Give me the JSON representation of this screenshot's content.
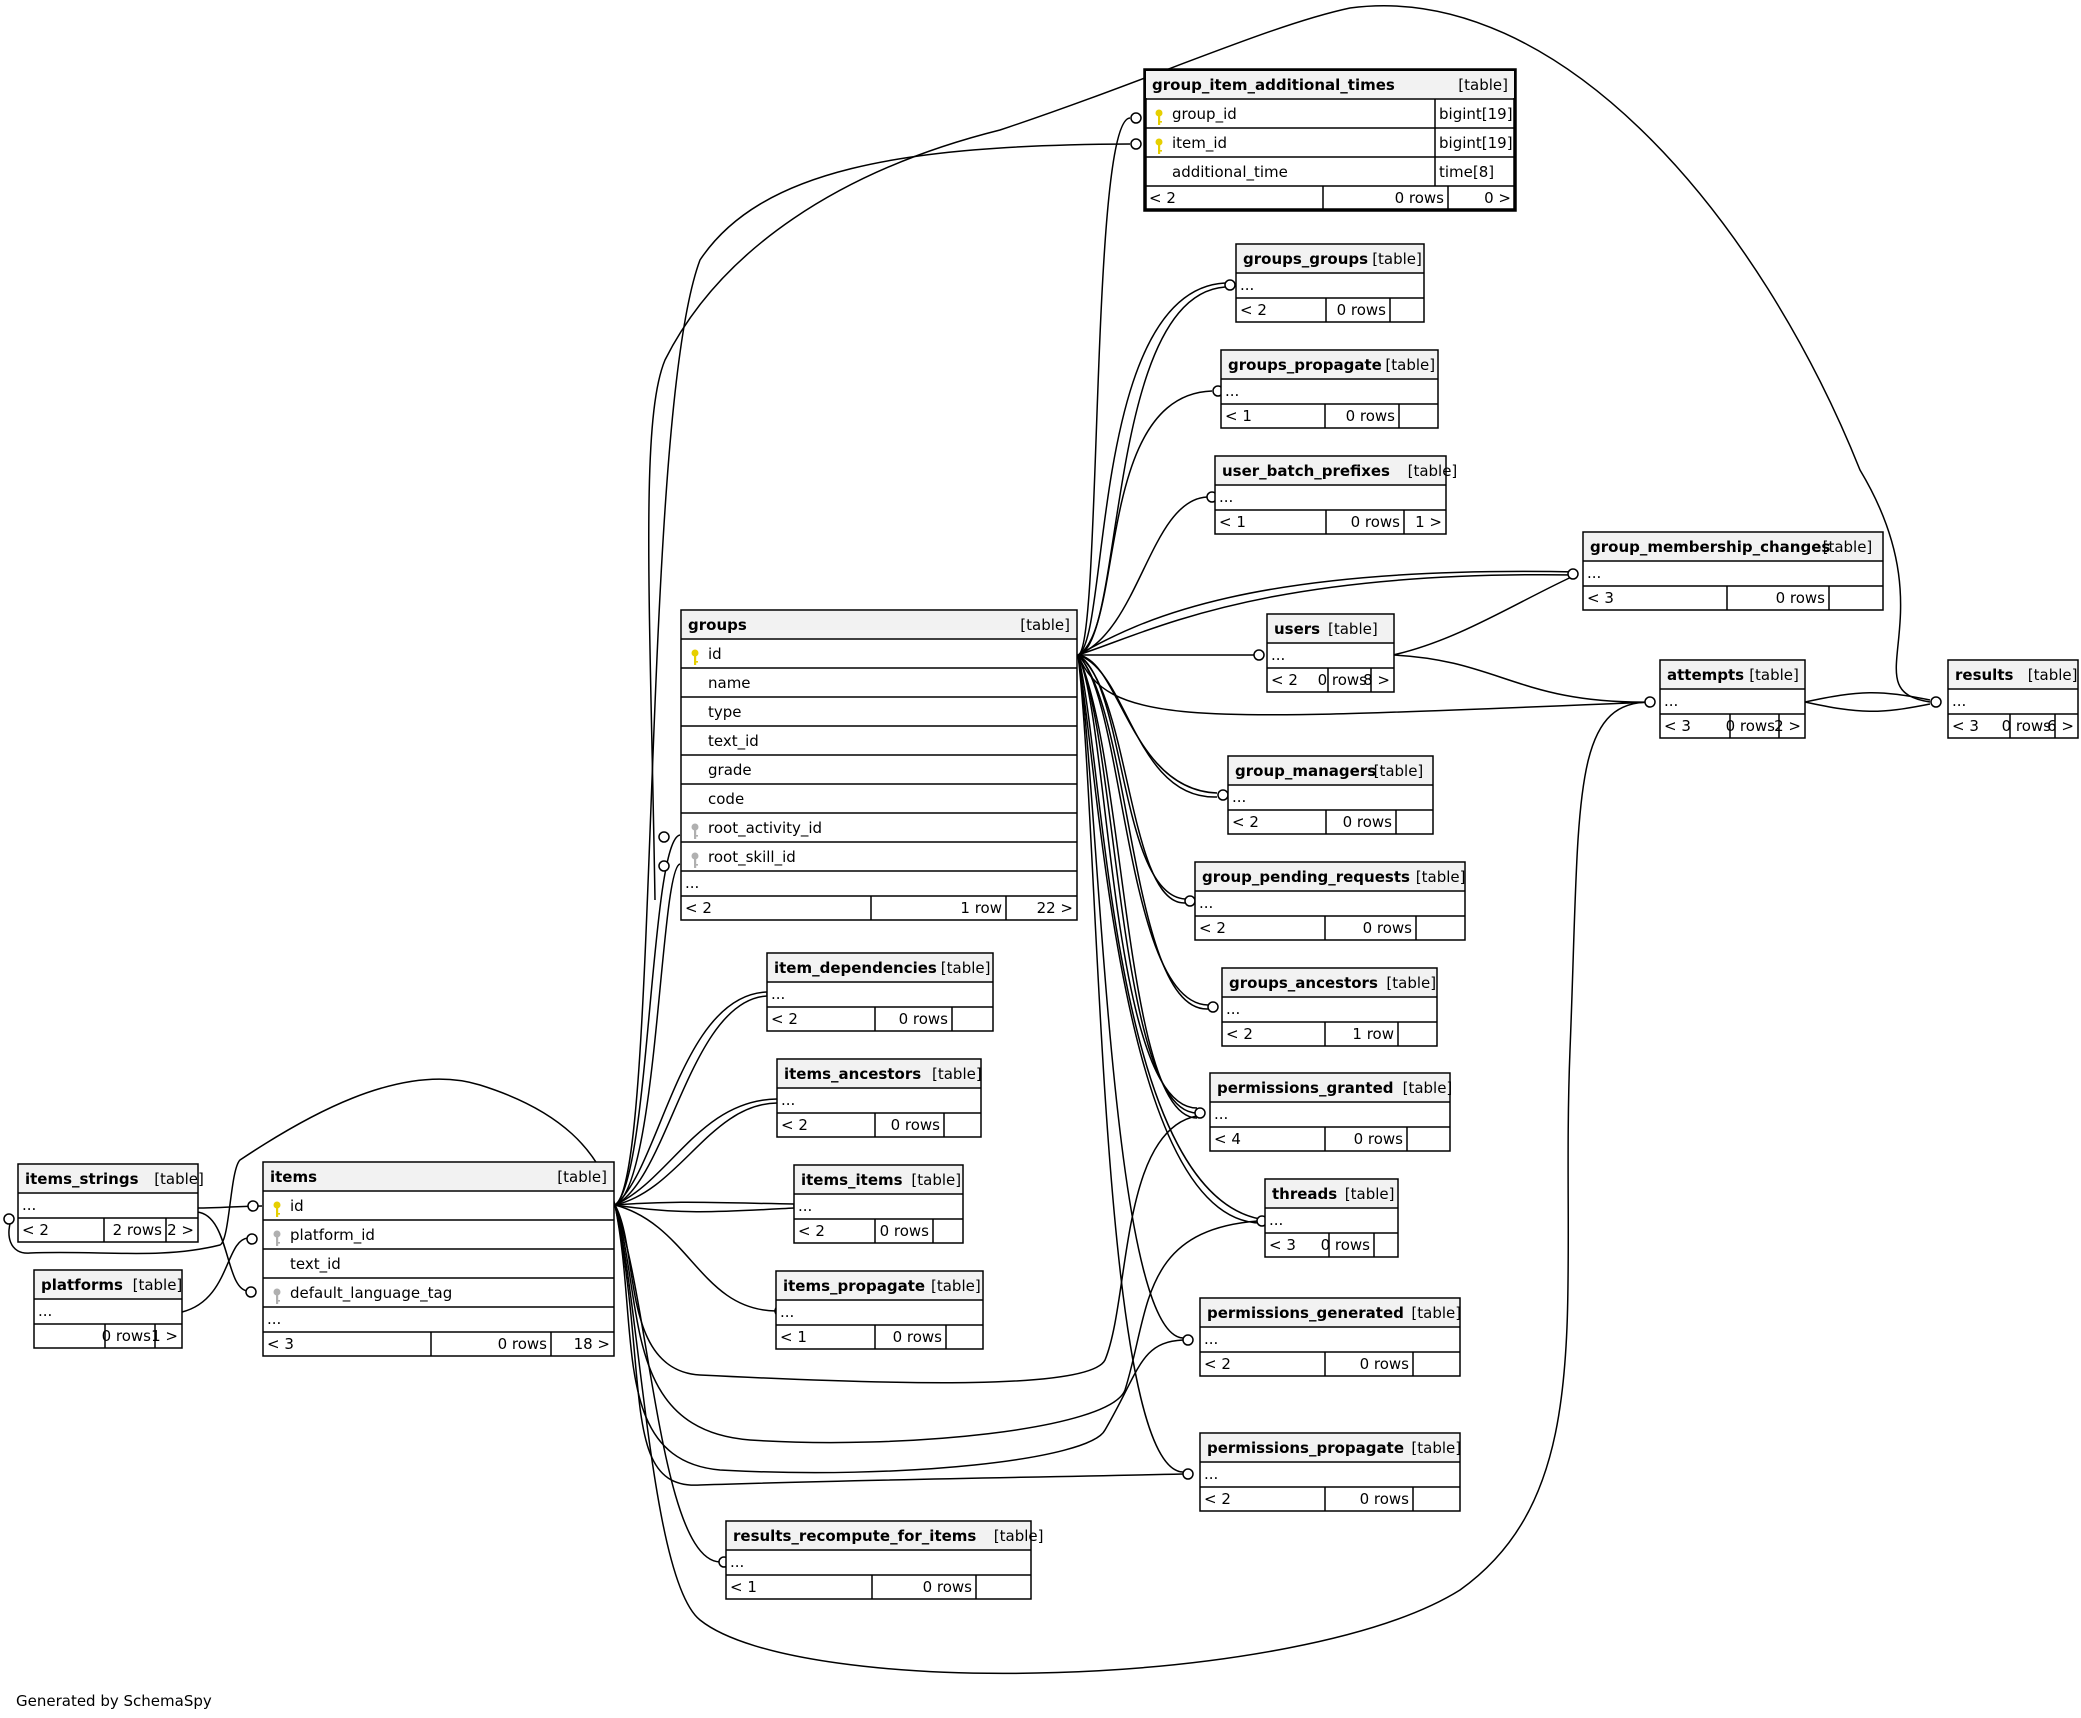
{
  "footer": "Generated by SchemaSpy",
  "tables": [
    {
      "key": "group_item_additional_times",
      "name": "group_item_additional_times",
      "type_label": "[table]",
      "emphasized": true,
      "columns": [
        {
          "name": "group_id",
          "type": "bigint[19]",
          "key": "pk"
        },
        {
          "name": "item_id",
          "type": "bigint[19]",
          "key": "pk"
        },
        {
          "name": "additional_time",
          "type": "time[8]",
          "key": ""
        }
      ],
      "has_ellipsis": false,
      "footer": [
        "< 2",
        "0 rows",
        "0 >"
      ]
    },
    {
      "key": "groups_groups",
      "name": "groups_groups",
      "type_label": "[table]",
      "columns": [],
      "has_ellipsis": true,
      "footer": [
        "< 2",
        "0 rows",
        ""
      ]
    },
    {
      "key": "groups_propagate",
      "name": "groups_propagate",
      "type_label": "[table]",
      "columns": [],
      "has_ellipsis": true,
      "footer": [
        "< 1",
        "0 rows",
        ""
      ]
    },
    {
      "key": "user_batch_prefixes",
      "name": "user_batch_prefixes",
      "type_label": "[table]",
      "columns": [],
      "has_ellipsis": true,
      "footer": [
        "< 1",
        "0 rows",
        "1 >"
      ]
    },
    {
      "key": "group_membership_changes",
      "name": "group_membership_changes",
      "type_label": "[table]",
      "columns": [],
      "has_ellipsis": true,
      "footer": [
        "< 3",
        "0 rows",
        ""
      ]
    },
    {
      "key": "groups",
      "name": "groups",
      "type_label": "[table]",
      "columns": [
        {
          "name": "id",
          "type": "",
          "key": "pk"
        },
        {
          "name": "name",
          "type": "",
          "key": ""
        },
        {
          "name": "type",
          "type": "",
          "key": ""
        },
        {
          "name": "text_id",
          "type": "",
          "key": ""
        },
        {
          "name": "grade",
          "type": "",
          "key": ""
        },
        {
          "name": "code",
          "type": "",
          "key": ""
        },
        {
          "name": "root_activity_id",
          "type": "",
          "key": "fk"
        },
        {
          "name": "root_skill_id",
          "type": "",
          "key": "fk"
        }
      ],
      "has_ellipsis": true,
      "footer": [
        "< 2",
        "1 row",
        "22 >"
      ]
    },
    {
      "key": "users",
      "name": "users",
      "type_label": "[table]",
      "columns": [],
      "has_ellipsis": true,
      "footer": [
        "< 2",
        "0 rows",
        "8 >"
      ]
    },
    {
      "key": "attempts",
      "name": "attempts",
      "type_label": "[table]",
      "columns": [],
      "has_ellipsis": true,
      "footer": [
        "< 3",
        "0 rows",
        "2 >"
      ]
    },
    {
      "key": "results",
      "name": "results",
      "type_label": "[table]",
      "columns": [],
      "has_ellipsis": true,
      "footer": [
        "< 3",
        "0 rows",
        "6 >"
      ]
    },
    {
      "key": "group_managers",
      "name": "group_managers",
      "type_label": "[table]",
      "columns": [],
      "has_ellipsis": true,
      "footer": [
        "< 2",
        "0 rows",
        ""
      ]
    },
    {
      "key": "group_pending_requests",
      "name": "group_pending_requests",
      "type_label": "[table]",
      "columns": [],
      "has_ellipsis": true,
      "footer": [
        "< 2",
        "0 rows",
        ""
      ]
    },
    {
      "key": "groups_ancestors",
      "name": "groups_ancestors",
      "type_label": "[table]",
      "columns": [],
      "has_ellipsis": true,
      "footer": [
        "< 2",
        "1 row",
        ""
      ]
    },
    {
      "key": "permissions_granted",
      "name": "permissions_granted",
      "type_label": "[table]",
      "columns": [],
      "has_ellipsis": true,
      "footer": [
        "< 4",
        "0 rows",
        ""
      ]
    },
    {
      "key": "threads",
      "name": "threads",
      "type_label": "[table]",
      "columns": [],
      "has_ellipsis": true,
      "footer": [
        "< 3",
        "0 rows",
        ""
      ]
    },
    {
      "key": "permissions_generated",
      "name": "permissions_generated",
      "type_label": "[table]",
      "columns": [],
      "has_ellipsis": true,
      "footer": [
        "< 2",
        "0 rows",
        ""
      ]
    },
    {
      "key": "permissions_propagate",
      "name": "permissions_propagate",
      "type_label": "[table]",
      "columns": [],
      "has_ellipsis": true,
      "footer": [
        "< 2",
        "0 rows",
        ""
      ]
    },
    {
      "key": "item_dependencies",
      "name": "item_dependencies",
      "type_label": "[table]",
      "columns": [],
      "has_ellipsis": true,
      "footer": [
        "< 2",
        "0 rows",
        ""
      ]
    },
    {
      "key": "items_ancestors",
      "name": "items_ancestors",
      "type_label": "[table]",
      "columns": [],
      "has_ellipsis": true,
      "footer": [
        "< 2",
        "0 rows",
        ""
      ]
    },
    {
      "key": "items_items",
      "name": "items_items",
      "type_label": "[table]",
      "columns": [],
      "has_ellipsis": true,
      "footer": [
        "< 2",
        "0 rows",
        ""
      ]
    },
    {
      "key": "items_propagate",
      "name": "items_propagate",
      "type_label": "[table]",
      "columns": [],
      "has_ellipsis": true,
      "footer": [
        "< 1",
        "0 rows",
        ""
      ]
    },
    {
      "key": "items_strings",
      "name": "items_strings",
      "type_label": "[table]",
      "columns": [],
      "has_ellipsis": true,
      "footer": [
        "< 2",
        "2 rows",
        "2 >"
      ]
    },
    {
      "key": "platforms",
      "name": "platforms",
      "type_label": "[table]",
      "columns": [],
      "has_ellipsis": true,
      "footer": [
        "",
        "0 rows",
        "1 >"
      ]
    },
    {
      "key": "items",
      "name": "items",
      "type_label": "[table]",
      "columns": [
        {
          "name": "id",
          "type": "",
          "key": "pk"
        },
        {
          "name": "platform_id",
          "type": "",
          "key": "fk"
        },
        {
          "name": "text_id",
          "type": "",
          "key": ""
        },
        {
          "name": "default_language_tag",
          "type": "",
          "key": "fk"
        }
      ],
      "has_ellipsis": true,
      "footer": [
        "< 3",
        "0 rows",
        "18 >"
      ]
    },
    {
      "key": "results_recompute_for_items",
      "name": "results_recompute_for_items",
      "type_label": "[table]",
      "columns": [],
      "has_ellipsis": true,
      "footer": [
        "< 1",
        "0 rows",
        ""
      ]
    }
  ]
}
